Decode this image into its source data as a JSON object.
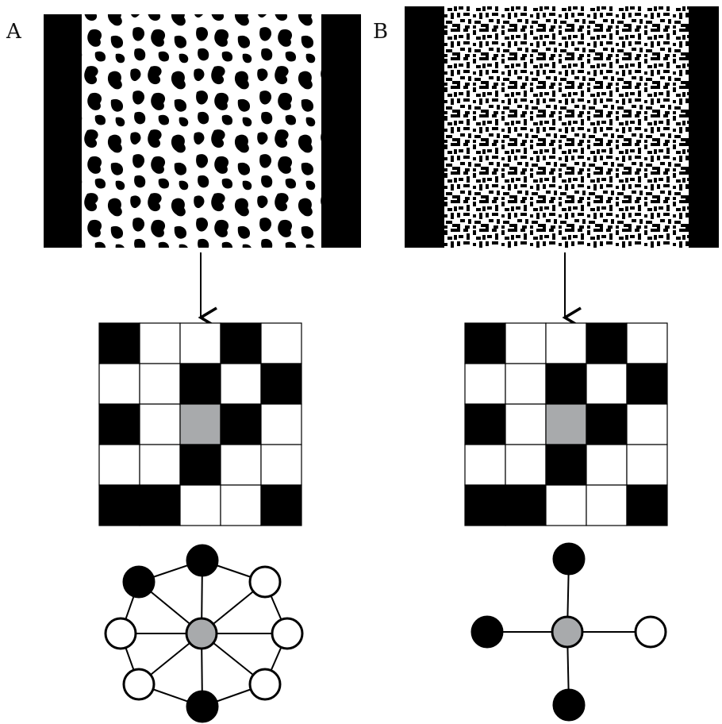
{
  "panels": [
    {
      "label": "A",
      "texture": "coarse-blob-binary-texture",
      "grid": [
        [
          1,
          0,
          0,
          1,
          0
        ],
        [
          0,
          0,
          1,
          0,
          1
        ],
        [
          1,
          0,
          2,
          1,
          0
        ],
        [
          0,
          0,
          1,
          0,
          0
        ],
        [
          1,
          1,
          0,
          0,
          1
        ]
      ],
      "neighborhood": "8-connected",
      "center_node": "gray",
      "neighbors": [
        "black",
        "white",
        "white",
        "white",
        "black",
        "white",
        "white",
        "black"
      ]
    },
    {
      "label": "B",
      "texture": "fine-noise-binary-texture",
      "grid": [
        [
          1,
          0,
          0,
          1,
          0
        ],
        [
          0,
          0,
          1,
          0,
          1
        ],
        [
          1,
          0,
          2,
          1,
          0
        ],
        [
          0,
          0,
          1,
          0,
          0
        ],
        [
          1,
          1,
          0,
          0,
          1
        ]
      ],
      "neighborhood": "4-connected",
      "center_node": "gray",
      "neighbors": [
        "black",
        "white",
        "black",
        "black"
      ]
    }
  ],
  "colors": {
    "black": "#000000",
    "white": "#ffffff",
    "gray": "#a8aaac",
    "line": "#000000"
  },
  "arrow_icon": "down-arrow-icon"
}
